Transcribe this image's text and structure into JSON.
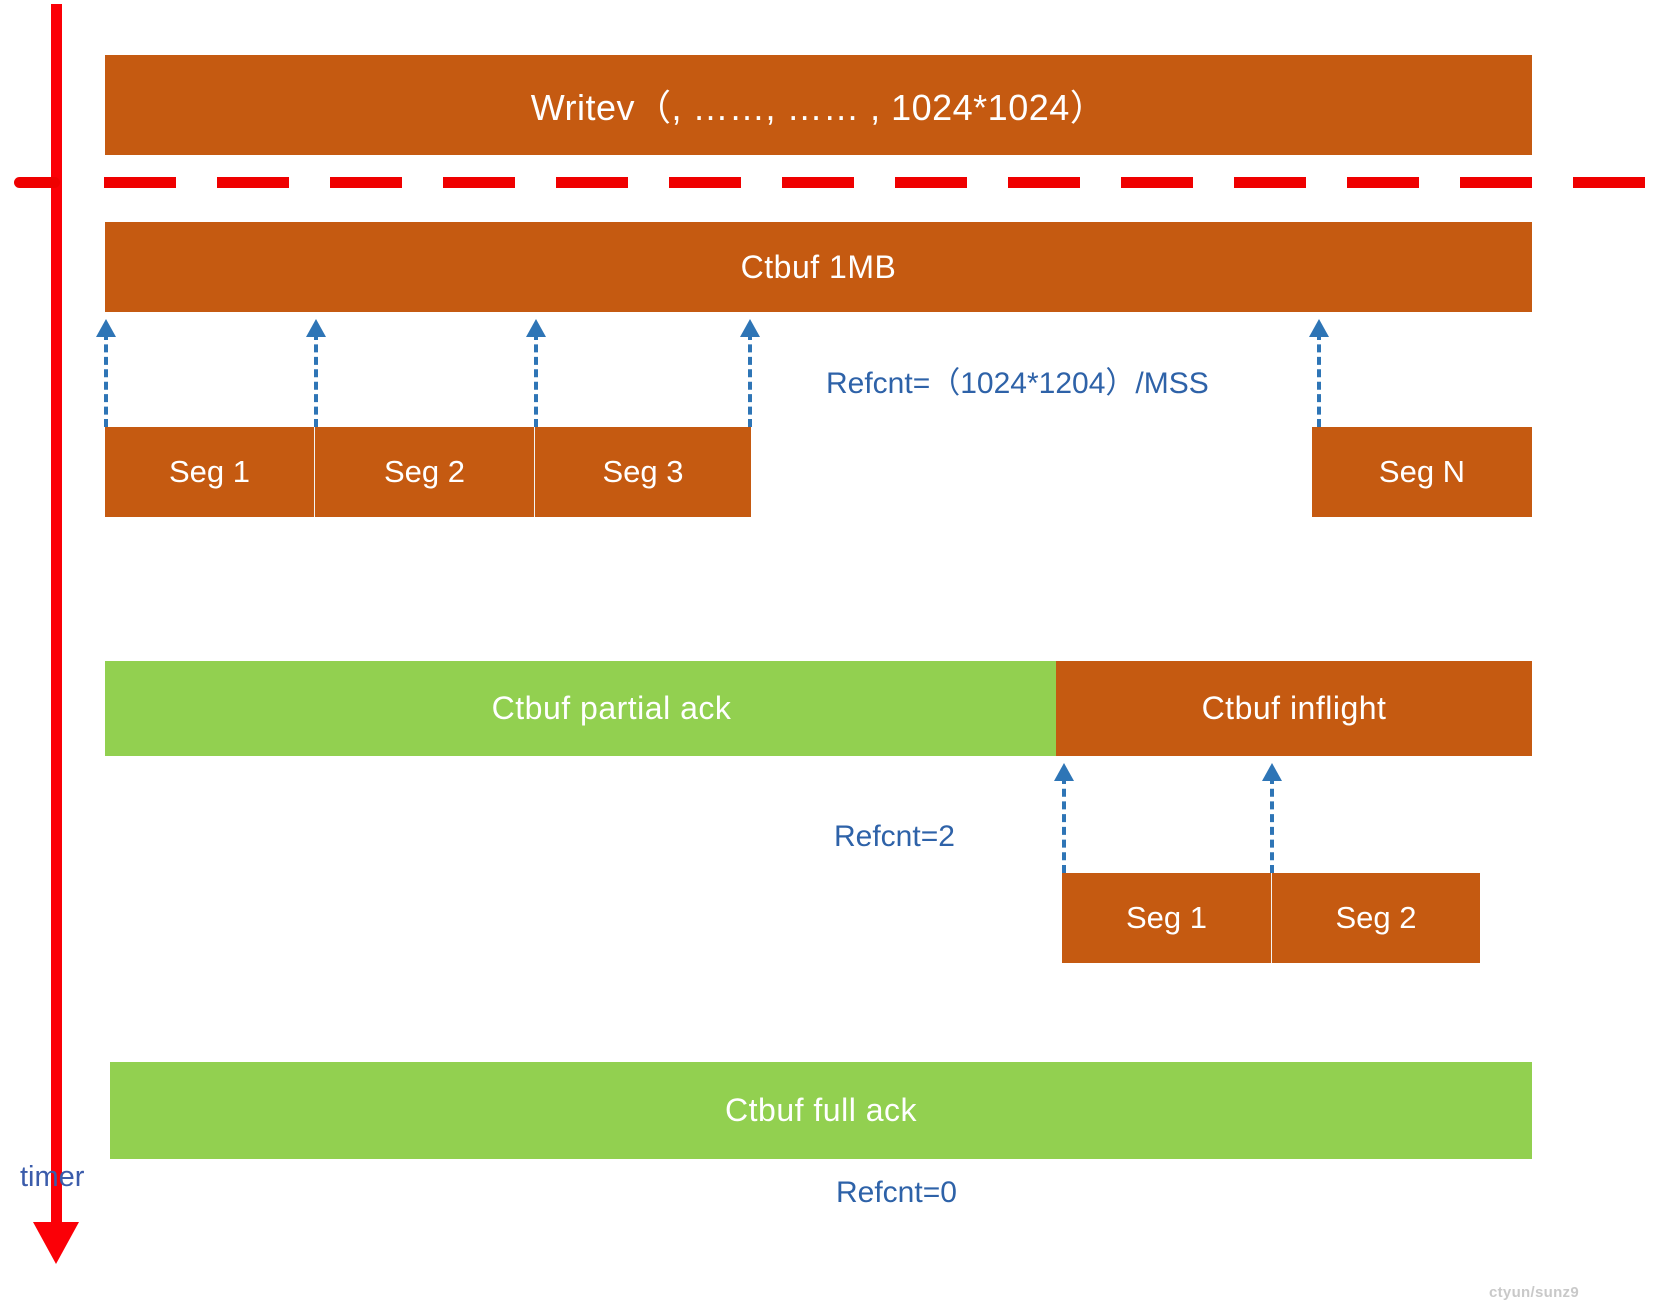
{
  "diagram": {
    "title_bar": {
      "label": "Writev（,  ……,  …… ,  1024*1024）"
    },
    "stage1": {
      "buffer_label": "Ctbuf 1MB",
      "refcnt_label": "Refcnt=（1024*1204）/MSS",
      "segments": [
        "Seg 1",
        "Seg 2",
        "Seg 3",
        "Seg N"
      ]
    },
    "stage2": {
      "partial_ack_label": "Ctbuf partial ack",
      "inflight_label": "Ctbuf inflight",
      "refcnt_label": "Refcnt=2",
      "segments": [
        "Seg 1",
        "Seg 2"
      ]
    },
    "stage3": {
      "full_ack_label": "Ctbuf full ack",
      "refcnt_label": "Refcnt=0"
    },
    "timer": {
      "label": "timer"
    },
    "watermark": "ctyun/sunz9",
    "colors": {
      "orange": "#c55a11",
      "green": "#92d050",
      "red": "#fb0007",
      "blue_arrow": "#2e75b6",
      "blue_text": "#2e62a8"
    }
  }
}
